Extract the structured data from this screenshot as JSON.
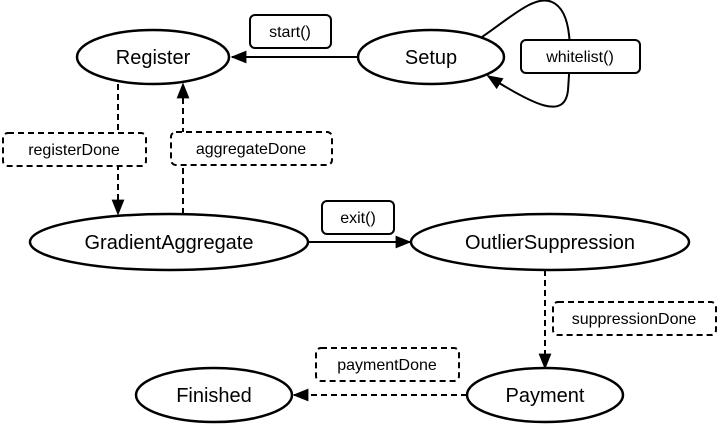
{
  "states": {
    "register": "Register",
    "setup": "Setup",
    "gradient_aggregate": "GradientAggregate",
    "outlier_suppression": "OutlierSuppression",
    "payment": "Payment",
    "finished": "Finished"
  },
  "transitions": {
    "start": "start()",
    "whitelist": "whitelist()",
    "register_done": "registerDone",
    "aggregate_done": "aggregateDone",
    "exit": "exit()",
    "suppression_done": "suppressionDone",
    "payment_done": "paymentDone"
  },
  "colors": {
    "stroke": "#000000",
    "fill": "#ffffff"
  }
}
